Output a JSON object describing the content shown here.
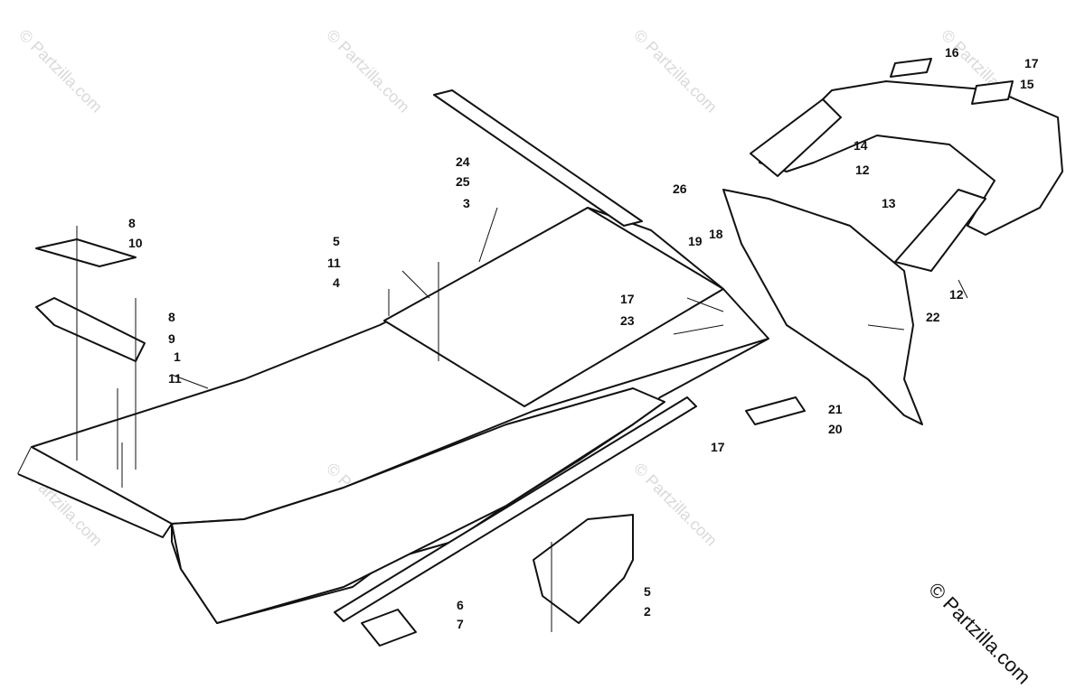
{
  "watermark_text": "© Partzilla.com",
  "copyright_text": "© Partzilla.com",
  "callouts": [
    "1",
    "2",
    "3",
    "4",
    "5",
    "5",
    "6",
    "7",
    "8",
    "8",
    "9",
    "10",
    "11",
    "11",
    "12",
    "12",
    "13",
    "14",
    "15",
    "16",
    "17",
    "17",
    "17",
    "18",
    "19",
    "20",
    "21",
    "22",
    "23",
    "24",
    "25",
    "26"
  ],
  "colors": {
    "ink": "#111111",
    "paper": "#ffffff",
    "watermark": "#d9d9d9"
  }
}
